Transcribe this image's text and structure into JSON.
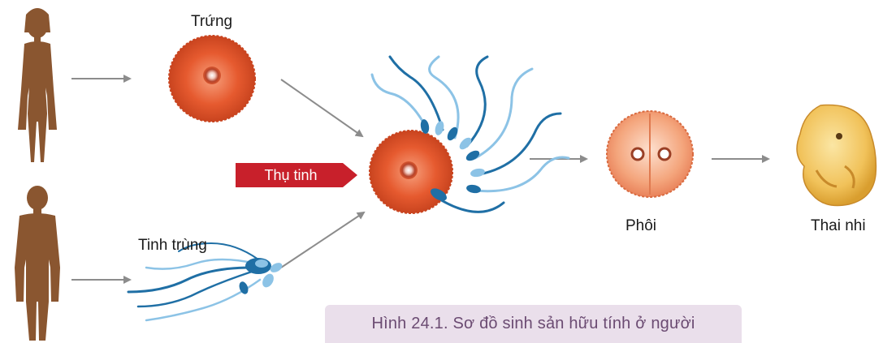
{
  "labels": {
    "egg": "Trứng",
    "sperm": "Tinh trùng",
    "fertilization": "Thụ tinh",
    "embryo": "Phôi",
    "fetus": "Thai nhi"
  },
  "caption": "Hình 24.1. Sơ đồ sinh sản hữu tính ở người",
  "colors": {
    "body": "#8a5630",
    "egg": "#e0562d",
    "sperm_dark": "#1f6fa5",
    "sperm_light": "#8cc3e6",
    "arrow": "#8c8c8c",
    "fertilization_banner": "#c8202b",
    "embryo": "#f29a6e",
    "fetus": "#f1c25a",
    "caption_bg": "#eadfeb",
    "caption_text": "#6b4b72"
  }
}
